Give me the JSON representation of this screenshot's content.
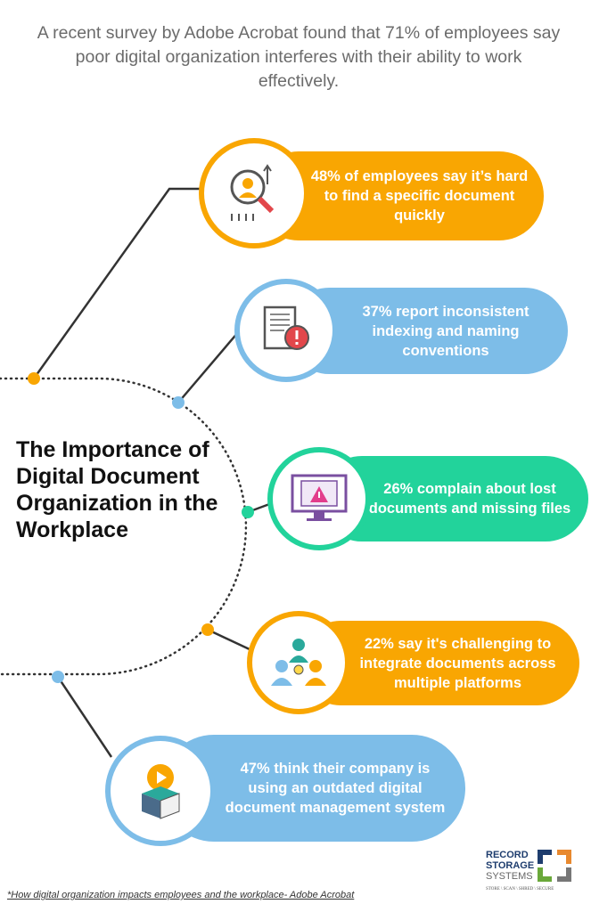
{
  "intro": "A recent survey by Adobe Acrobat found that 71% of employees say poor digital organization interferes with their ability to work effectively.",
  "title": "The Importance of Digital Document Organization in the Workplace",
  "stats": [
    {
      "text": "48% of employees say it’s hard to find a specific document quickly",
      "icon": "search-person-icon",
      "color": "#f9a602"
    },
    {
      "text": "37% report inconsistent indexing and naming conventions",
      "icon": "document-alert-icon",
      "color": "#7dbde8"
    },
    {
      "text": "26% complain about lost documents and missing files",
      "icon": "monitor-warning-icon",
      "color": "#22d39b"
    },
    {
      "text": "22% say it's challenging to integrate documents across multiple platforms",
      "icon": "team-idea-icon",
      "color": "#f9a602"
    },
    {
      "text": "47% think their company is using an outdated digital document management system",
      "icon": "media-box-icon",
      "color": "#7dbde8"
    }
  ],
  "footnote": "*How digital organization impacts employees and the workplace- Adobe Acrobat",
  "logo": {
    "line1": "RECORD",
    "line2": "STORAGE",
    "line3": "SYSTEMS",
    "tagline": "STORE \\ SCAN \\ SHRED \\ SECURE"
  }
}
